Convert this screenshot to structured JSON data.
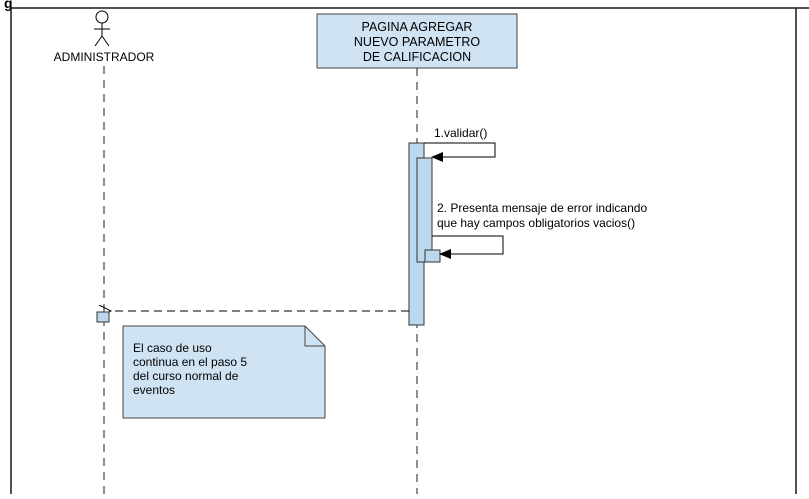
{
  "header": {
    "partial_title": "g"
  },
  "actors": [
    {
      "name": "ADMINISTRADOR"
    }
  ],
  "objects": [
    {
      "name_lines": [
        "PAGINA AGREGAR",
        "NUEVO PARAMETRO",
        "DE CALIFICACION"
      ]
    }
  ],
  "messages": [
    {
      "label_lines": [
        "1.validar()"
      ]
    },
    {
      "label_lines": [
        "2. Presenta mensaje de error indicando",
        "que hay campos obligatorios vacios()"
      ]
    }
  ],
  "note": {
    "lines": [
      "El caso de uso",
      "continua en el paso 5",
      "del  curso normal de",
      "eventos"
    ]
  },
  "colors": {
    "object_fill": "#cfe3f3",
    "activation_fill": "#bcd8ee",
    "note_fill": "#cfe3f3",
    "stroke": "#1a1a1a"
  }
}
